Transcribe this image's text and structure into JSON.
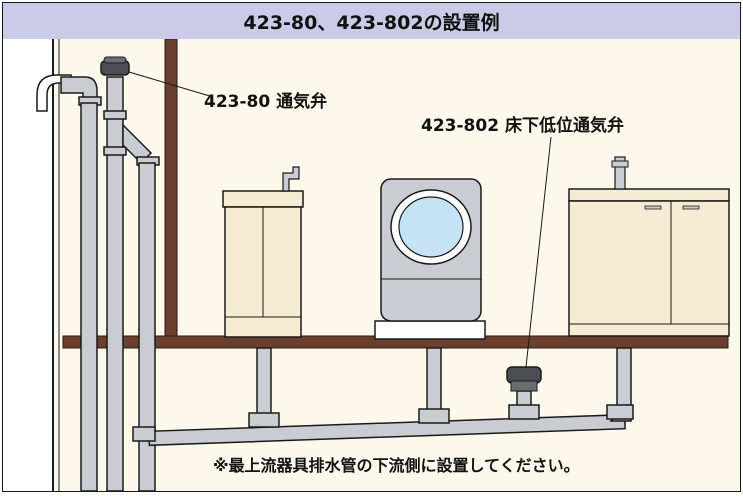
{
  "title": "423-80、423-802の設置例",
  "labels": {
    "vent_valve": "423-80 通気弁",
    "floor_vent_valve": "423-802 床下低位通気弁"
  },
  "note": "※最上流器具排水管の下流側に設置してください。",
  "colors": {
    "title_bg": "#c9cbe7",
    "wall_bg": "#fcf8ec",
    "beam": "#6b3f2e",
    "pipe": "#c9ccd0",
    "cabinet": "#f5ecd3",
    "valve": "#4a4d52"
  }
}
